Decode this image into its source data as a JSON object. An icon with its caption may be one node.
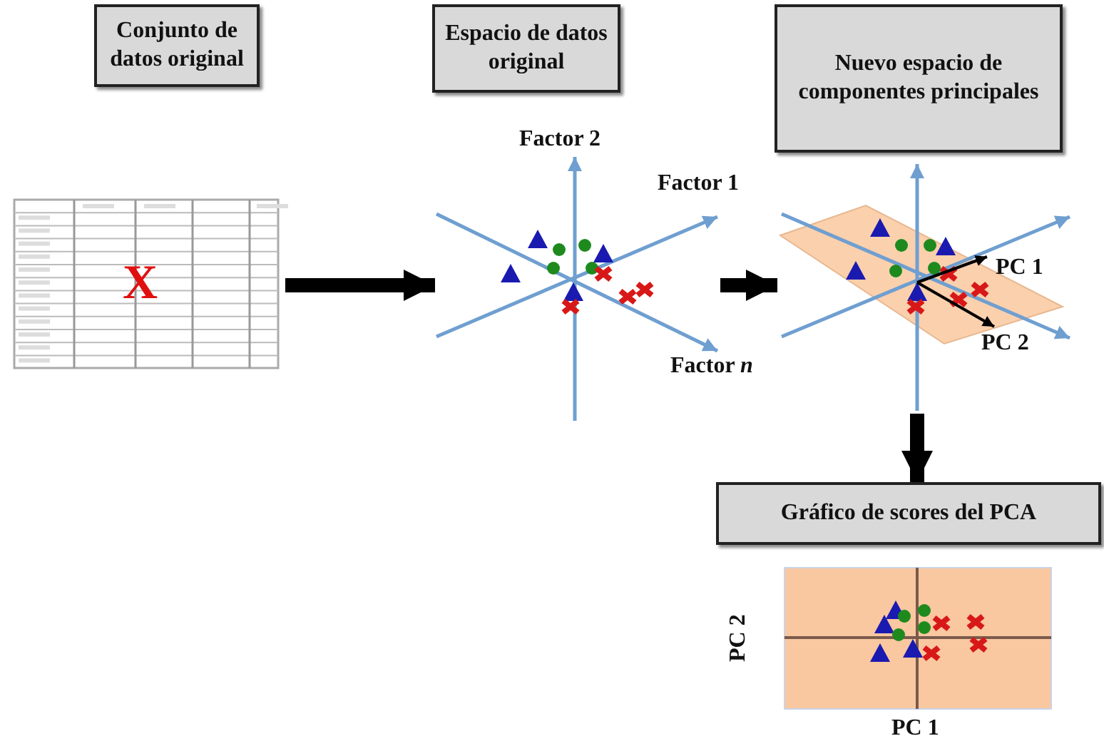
{
  "diagram": {
    "nodes": [
      {
        "text": [
          "Conjunto de datos original"
        ]
      },
      {
        "text": [
          "Espacio de datos original"
        ]
      },
      {
        "text": [
          "Nuevo espacio de componentes principales"
        ]
      },
      {
        "text": [
          "Gráfico de scores del PCA"
        ]
      },
      {
        "text": [
          "X"
        ]
      },
      {
        "text": [],
        "shape": "picture"
      },
      {
        "text": [],
        "shape": "picture"
      }
    ],
    "edges": [
      {
        "from": 4,
        "to": 5,
        "arrow": "to"
      },
      {
        "from": 5,
        "to": 6,
        "arrow": "to"
      },
      {
        "from": 6,
        "to": 3,
        "arrow": "to"
      }
    ],
    "labels": [
      "Factor 2",
      "Factor 1",
      "Factor *n*",
      "PC 1",
      "PC 2",
      "PC 2",
      "PC 1"
    ]
  }
}
